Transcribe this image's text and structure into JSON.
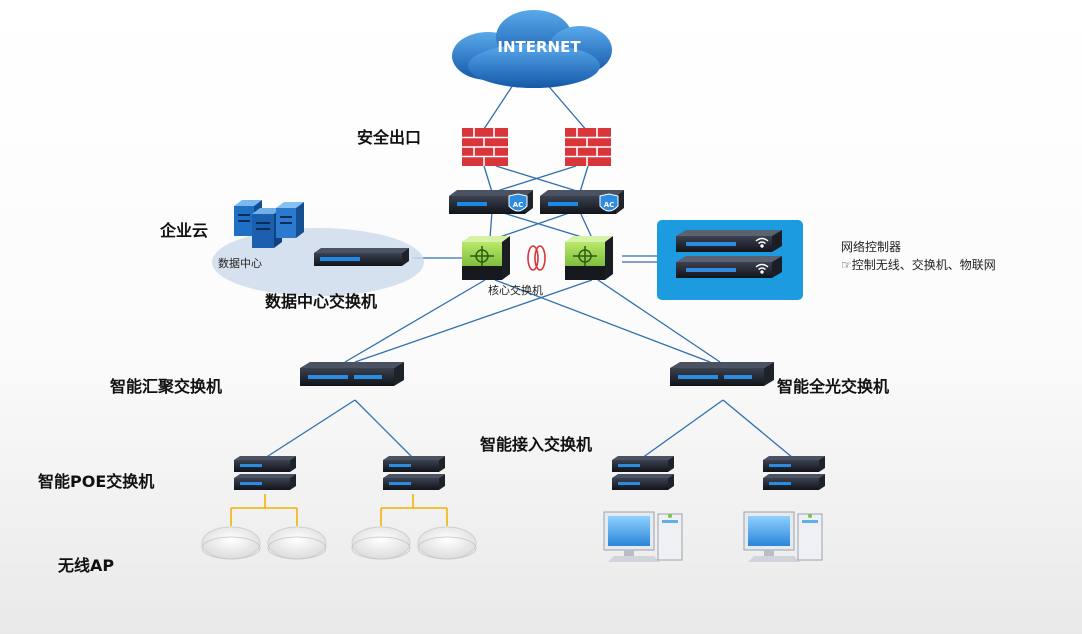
{
  "internet": {
    "label": "INTERNET"
  },
  "labels": {
    "security_exit": "安全出口",
    "enterprise_cloud": "企业云",
    "data_center": "数据中心",
    "dc_switch": "数据中心交换机",
    "core_switch": "核心交换机",
    "controller_title": "网络控制器",
    "controller_desc": "☞控制无线、交换机、物联网",
    "aggregation_switch": "智能汇聚交换机",
    "optical_switch": "智能全光交换机",
    "access_switch": "智能接入交换机",
    "poe_switch": "智能POE交换机",
    "wireless_ap": "无线AP"
  },
  "ac_badge": "AC",
  "colors": {
    "cloud": "#1f6fc4",
    "link": "#2f6fae",
    "ap_link": "#f0b400",
    "firewall": "#d9363b",
    "core": "#8fce3a",
    "controller_bg": "#1d9be0"
  }
}
